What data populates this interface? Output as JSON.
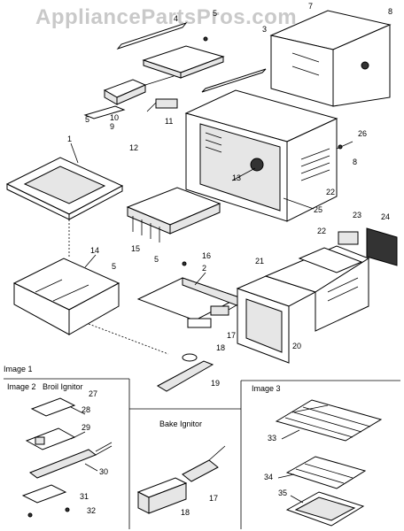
{
  "watermark": "AppliancePartsPros.com",
  "sections": {
    "image1": "Image 1",
    "image2": "Image 2",
    "image2_title": "Broil Ignitor",
    "image3": "Image 3",
    "bake_title": "Bake Ignitor"
  },
  "callouts": {
    "c1": "1",
    "c2": "2",
    "c3": "3",
    "c4": "4",
    "c5a": "5",
    "c5b": "5",
    "c5c": "5",
    "c5d": "5",
    "c7": "7",
    "c8a": "8",
    "c8b": "8",
    "c9": "9",
    "c10": "10",
    "c11": "11",
    "c12": "12",
    "c13": "13",
    "c14": "14",
    "c15": "15",
    "c16": "16",
    "c17a": "17",
    "c17b": "17",
    "c18a": "18",
    "c18b": "18",
    "c19": "19",
    "c20": "20",
    "c21": "21",
    "c22a": "22",
    "c22b": "22",
    "c23": "23",
    "c24": "24",
    "c25": "25",
    "c26": "26",
    "c27": "27",
    "c28": "28",
    "c29": "29",
    "c30": "30",
    "c31": "31",
    "c32": "32",
    "c33": "33",
    "c34": "34",
    "c35": "35"
  }
}
